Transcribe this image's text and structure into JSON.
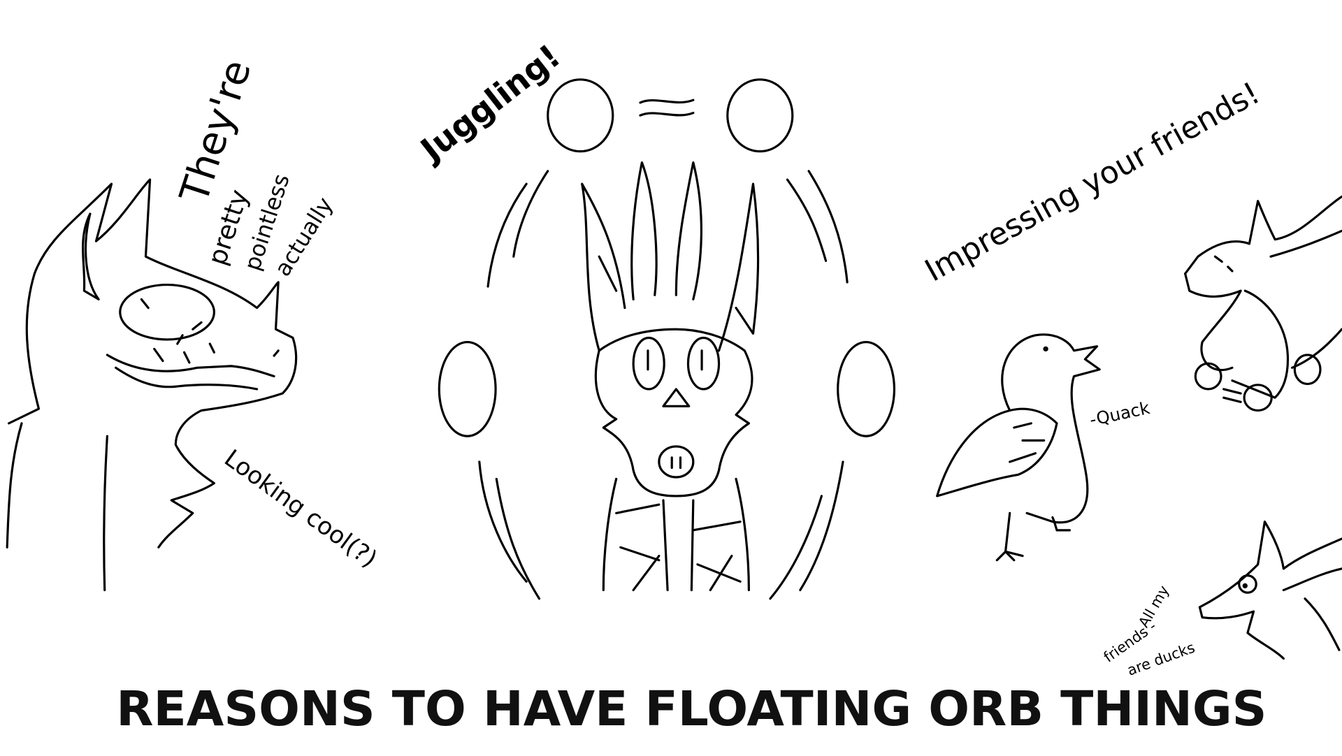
{
  "title": "REASONS TO HAVE FLOATING ORB THINGS",
  "captions": {
    "left_1": "They're",
    "left_2": "pretty",
    "left_3": "pointless",
    "left_4": "actually",
    "juggling": "Juggling!",
    "impressing": "Impressing your friends!",
    "looking_cool": "Looking cool(?)",
    "quack": "-Quack",
    "ducks_1": "All my",
    "ducks_2": "friends -",
    "ducks_3": "are ducks"
  },
  "colors": {
    "ink": "#000000",
    "background": "#ffffff"
  }
}
